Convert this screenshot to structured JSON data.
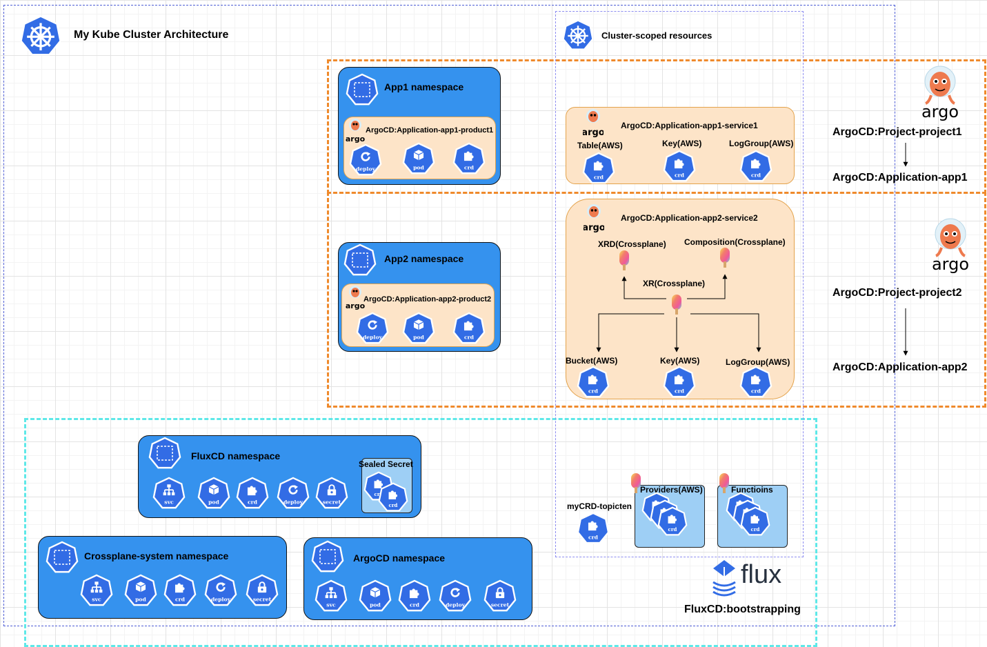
{
  "header": {
    "title": "My Kube Cluster Architecture"
  },
  "cluster_scoped": {
    "title": "Cluster-scoped resources"
  },
  "argo_logo_text": "argo",
  "namespaces": {
    "app1": {
      "title": "App1 namespace"
    },
    "app2": {
      "title": "App2 namespace"
    },
    "fluxcd": {
      "title": "FluxCD namespace"
    },
    "crossplane": {
      "title": "Crossplane-system namespace"
    },
    "argocd": {
      "title": "ArgoCD namespace"
    }
  },
  "applications": {
    "app1_product1": "ArgoCD:Application-app1-product1",
    "app2_product2": "ArgoCD:Application-app2-product2",
    "app1_service1": "ArgoCD:Application-app1-service1",
    "app2_service2": "ArgoCD:Application-app2-service2"
  },
  "resource_labels": {
    "table_aws": "Table(AWS)",
    "key_aws": "Key(AWS)",
    "loggroup_aws": "LogGroup(AWS)",
    "xrd": "XRD(Crossplane)",
    "composition": "Composition(Crossplane)",
    "xr": "XR(Crossplane)",
    "bucket_aws": "Bucket(AWS)",
    "sealed_secret": "Sealed Secret",
    "mycrd": "myCRD-topicten",
    "providers": "Providers(AWS)",
    "functions": "Functioins"
  },
  "icon_labels": {
    "deploy": "deploy",
    "pod": "pod",
    "crd": "crd",
    "svc": "svc",
    "secret": "secret"
  },
  "projects": {
    "project1": "ArgoCD:Project-project1",
    "app1": "ArgoCD:Application-app1",
    "project2": "ArgoCD:Project-project2",
    "app2": "ArgoCD:Application-app2"
  },
  "flux": {
    "logo_text": "flux",
    "label": "FluxCD:bootstrapping"
  },
  "colors": {
    "k8s_blue": "#326ce5",
    "namespace_fill": "#3592ee",
    "argo_band": "#ef8a2c",
    "flux_band": "#5ee8e8",
    "app_fill": "#fde4c8",
    "argo_orange": "#ee7a4e"
  }
}
